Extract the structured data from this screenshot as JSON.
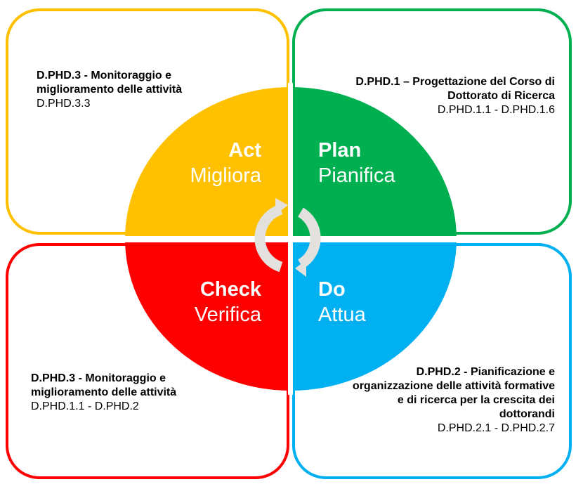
{
  "colors": {
    "act": "#FFC000",
    "plan": "#00B050",
    "check": "#FF0000",
    "do": "#00B0F0",
    "cycle_arrows": "#E3E1DE"
  },
  "act": {
    "label": "Act",
    "label_it": "Migliora",
    "description_title": "D.PHD.3 - Monitoraggio e miglioramento delle attività",
    "description_refs": "D.PHD.3.3"
  },
  "plan": {
    "label": "Plan",
    "label_it": "Pianifica",
    "description_title": "D.PHD.1 – Progettazione del Corso di Dottorato di Ricerca",
    "description_refs": "D.PHD.1.1 - D.PHD.1.6"
  },
  "check": {
    "label": "Check",
    "label_it": "Verifica",
    "description_title": "D.PHD.3 - Monitoraggio e miglioramento delle attività",
    "description_refs": "D.PHD.1.1 - D.PHD.2"
  },
  "do": {
    "label": "Do",
    "label_it": "Attua",
    "description_title": "D.PHD.2 - Pianificazione e organizzazione delle attività formative e di ricerca per la crescita dei dottorandi",
    "description_refs": "D.PHD.2.1 - D.PHD.2.7"
  },
  "cycle_icon": "circular-arrows-icon"
}
